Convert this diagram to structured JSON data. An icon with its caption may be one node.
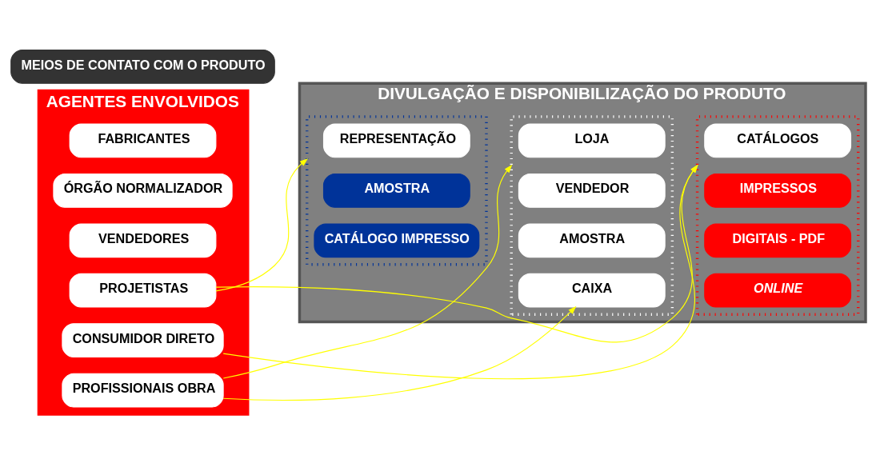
{
  "diagram": {
    "nodes": [
      {
        "text": [
          "AGENTES ENVOLVIDOS"
        ]
      },
      {
        "text": [
          "FABRICANTES"
        ],
        "in": 0
      },
      {
        "text": [
          "ÓRGÃO NORMALIZADOR"
        ],
        "in": 0
      },
      {
        "text": [
          "VENDEDORES"
        ],
        "in": 0
      },
      {
        "text": [
          "PROJETISTAS"
        ],
        "in": 0
      },
      {
        "text": [
          "CONSUMIDOR DIRETO"
        ],
        "in": 0
      },
      {
        "text": [
          "PROFISSIONAIS OBRA"
        ],
        "in": 0
      },
      {
        "text": [
          "DIVULGAÇÃO E DISPONIBILIZAÇÃO DO PRODUTO"
        ]
      },
      {
        "text": [],
        "shape": "box",
        "in": 7
      },
      {
        "text": [
          "REPRESENTAÇÃO"
        ],
        "in": 8
      },
      {
        "text": [
          "AMOSTRA"
        ],
        "in": 8
      },
      {
        "text": [
          "CATÁLOGO IMPRESSO"
        ],
        "in": 8
      },
      {
        "text": [],
        "shape": "box",
        "in": 7
      },
      {
        "text": [
          "LOJA"
        ],
        "in": 12
      },
      {
        "text": [
          "VENDEDOR"
        ],
        "in": 12
      },
      {
        "text": [
          "AMOSTRA"
        ],
        "in": 12
      },
      {
        "text": [
          "CAIXA"
        ],
        "in": 12
      },
      {
        "text": [],
        "shape": "box",
        "in": 7
      },
      {
        "text": [
          "CATÁLOGOS"
        ],
        "in": 17
      },
      {
        "text": [
          "IMPRESSOS"
        ],
        "in": 17
      },
      {
        "text": [
          "DIGITAIS - PDF"
        ],
        "in": 17
      },
      {
        "text": [
          "ONLINE"
        ],
        "in": 17
      },
      {
        "text": [
          "MEIOS DE CONTATO COM O PRODUTO"
        ]
      }
    ],
    "edges": [
      {
        "from": 4,
        "to": 8,
        "arrow": "to"
      },
      {
        "from": 4,
        "to": 17,
        "arrow": "to"
      },
      {
        "from": 5,
        "to": 17,
        "arrow": "to"
      },
      {
        "from": 6,
        "to": 16,
        "arrow": "to"
      },
      {
        "from": 6,
        "to": 12,
        "arrow": "to"
      }
    ]
  }
}
